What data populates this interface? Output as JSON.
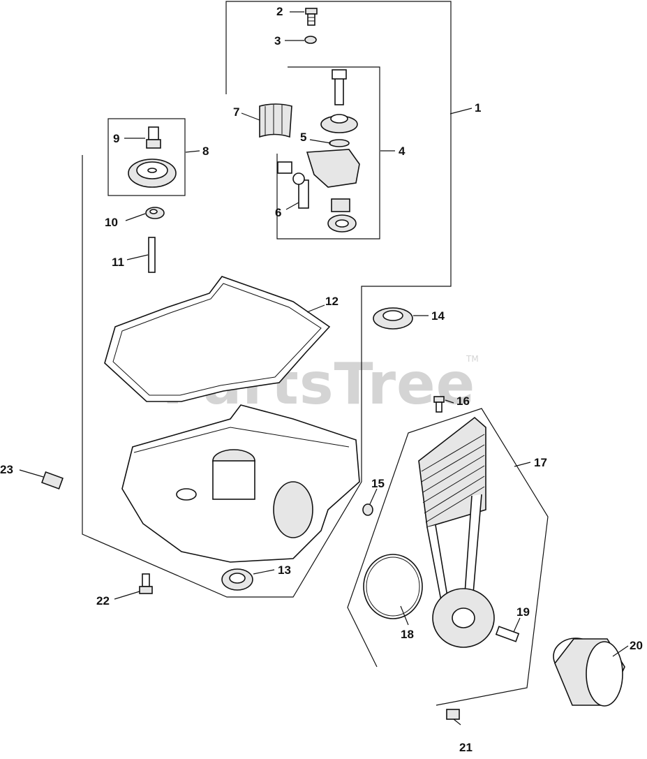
{
  "watermark": {
    "text": "PartsTree",
    "mark": "TM"
  },
  "callouts": [
    "1",
    "2",
    "3",
    "4",
    "5",
    "6",
    "7",
    "8",
    "9",
    "10",
    "11",
    "12",
    "13",
    "14",
    "15",
    "16",
    "17",
    "18",
    "19",
    "20",
    "21",
    "22",
    "23"
  ]
}
